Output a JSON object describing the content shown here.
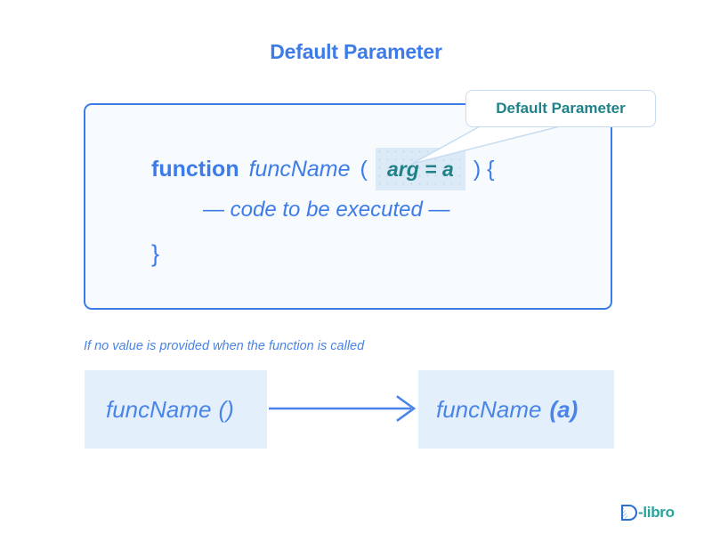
{
  "page": {
    "title": "Default Parameter",
    "background_color": "#ffffff"
  },
  "colors": {
    "blue": "#3d7ce8",
    "light_blue_text": "#4a84e8",
    "teal": "#1f8289",
    "panel_fill": "#f7fbfe",
    "panel_border": "#3d7ce8",
    "highlight_fill": "#dce9f7",
    "box_fill": "#e3f0fb",
    "callout_border": "#c6dcf3",
    "logo_teal": "#2aa39b"
  },
  "code_panel": {
    "line1": {
      "keyword": "function",
      "function_name": "funcName",
      "paren_open": "(",
      "default_param": "arg = a",
      "paren_close": ") {"
    },
    "line2": "— code to be executed —",
    "line3": "}"
  },
  "callout": {
    "label": "Default Parameter"
  },
  "caption": {
    "text": "If no value is provided when the function is called"
  },
  "flow": {
    "left_box": {
      "function_name": "funcName",
      "call_args": "()"
    },
    "arrow": "arrow-right",
    "right_box": {
      "function_name": "funcName",
      "paren_open": "(",
      "arg_value": "a",
      "paren_close": ")"
    }
  },
  "logo": {
    "mark": "d-mark",
    "text": "-libro"
  }
}
